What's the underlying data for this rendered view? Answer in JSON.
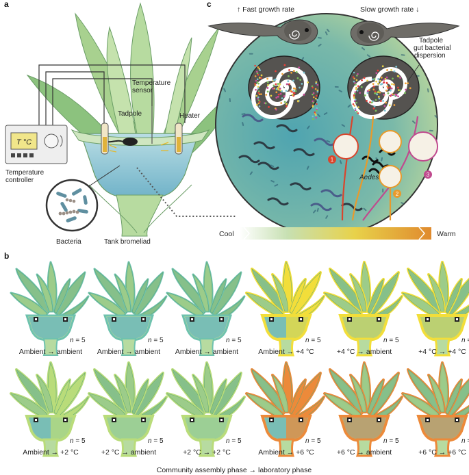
{
  "panel_a": {
    "letter": "a",
    "temperature_controller": "Temperature\ncontroller",
    "display_text": "T °C",
    "temperature_sensor": "Temperature\nsensor",
    "tadpole": "Tadpole",
    "heater": "Heater",
    "bacteria": "Bacteria",
    "tank_bromeliad": "Tank bromeliad"
  },
  "panel_c": {
    "letter": "c",
    "fast_growth": "↑ Fast growth rate",
    "slow_growth": "Slow growth rate ↓",
    "gut_dispersion": "Tadpole\ngut bacterial\ndispersion",
    "aedes": "Aedes",
    "markers": [
      "1",
      "2",
      "3"
    ],
    "scale_cool": "Cool",
    "scale_warm": "Warm"
  },
  "panel_b": {
    "letter": "b",
    "footer": "Community assembly phase → laboratory phase",
    "n_prefix": "n",
    "n_value": "= 5",
    "plants": [
      {
        "label": "Ambient → ambient",
        "top": "#6fc2ae",
        "bottom": "#6fc2ae",
        "hl": false
      },
      {
        "label": "Ambient → ambient",
        "top": "#6fc2ae",
        "bottom": "#6fc2ae",
        "hl": false
      },
      {
        "label": "Ambient → ambient",
        "top": "#6fc2ae",
        "bottom": "#6fc2ae",
        "hl": false
      },
      {
        "label": "Ambient → +4 °C",
        "top": "#6fc2ae",
        "bottom": "#6fc2ae",
        "hl": "#f2de3a",
        "half": true
      },
      {
        "label": "+4 °C → ambient",
        "top": "#f2de3a",
        "bottom": "#6fc2ae",
        "hl": "#f2de3a"
      },
      {
        "label": "+4 °C → +4 °C",
        "top": "#f2de3a",
        "bottom": "#d7d64a",
        "hl": "#f2de3a"
      },
      {
        "label": "Ambient → +2 °C",
        "top": "#6fc2ae",
        "bottom": "#6fc2ae",
        "hl": "#b9dc7a",
        "half": true
      },
      {
        "label": "+2 °C → ambient",
        "top": "#b9dc7a",
        "bottom": "#6fc2ae",
        "hl": "#b9dc7a"
      },
      {
        "label": "+2 °C → +2 °C",
        "top": "#b9dc7a",
        "bottom": "#a8cf86",
        "hl": "#b9dc7a"
      },
      {
        "label": "Ambient → +6 °C",
        "top": "#6fc2ae",
        "bottom": "#6fc2ae",
        "hl": "#ec8a3a",
        "half": true
      },
      {
        "label": "+6 °C → ambient",
        "top": "#ec8a3a",
        "bottom": "#6fc2ae",
        "hl": "#ec8a3a"
      },
      {
        "label": "+6 °C → +6 °C",
        "top": "#ec8a3a",
        "bottom": "#e0893e",
        "hl": "#ec8a3a"
      }
    ]
  },
  "colors": {
    "cool": "#6fc2ae",
    "plus2": "#b9dc7a",
    "plus4": "#f2de3a",
    "plus6": "#ec8a3a",
    "leaf": "#9ccc8a",
    "leaf_dark": "#5aa577",
    "circle_bg": "#6fb9b8",
    "text": "#222222"
  }
}
